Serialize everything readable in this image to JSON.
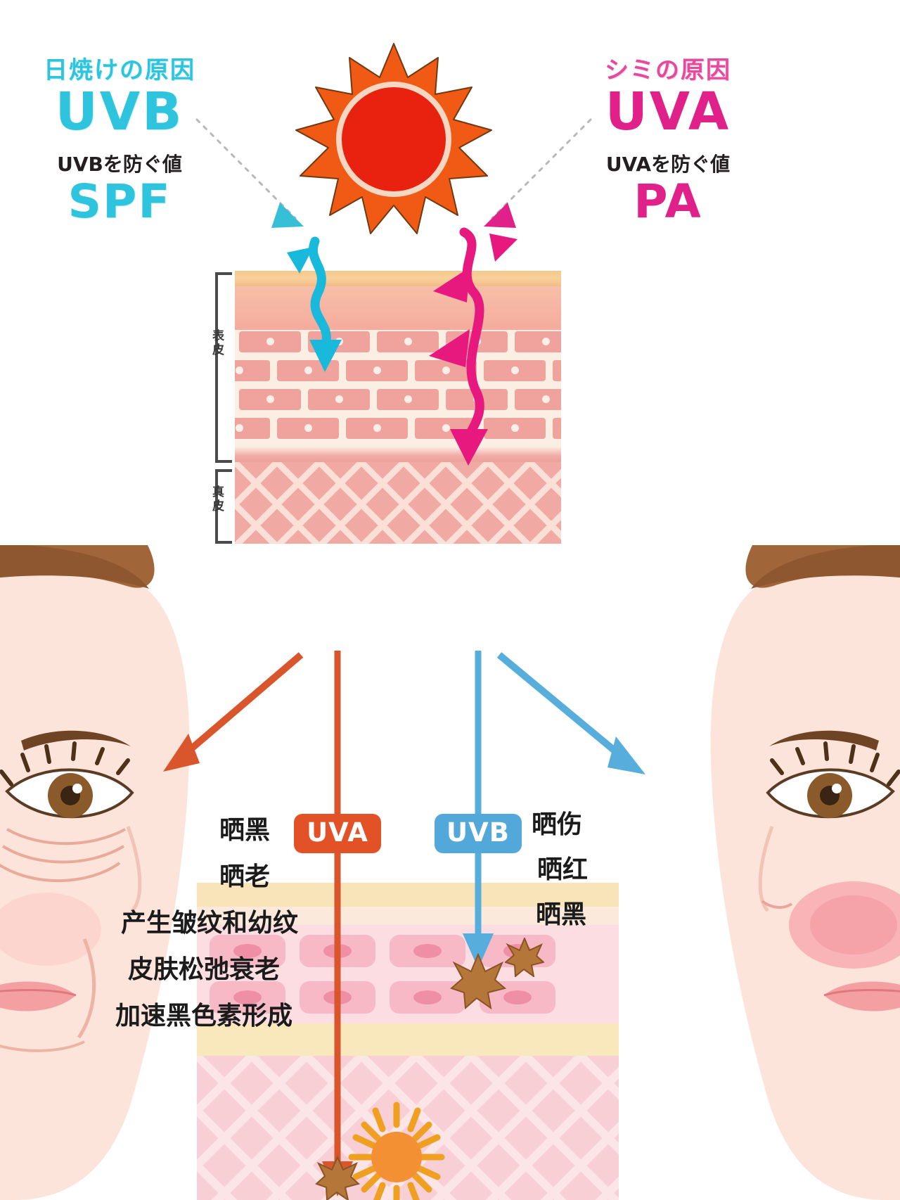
{
  "top_panel": {
    "uvb_block": {
      "cause_label": "日焼けの原因",
      "code": "UVB",
      "prevent_label": "UVBを防ぐ値",
      "value": "SPF",
      "color": "#2fc4de"
    },
    "uva_block": {
      "cause_label": "シミの原因",
      "code": "UVA",
      "prevent_label": "UVAを防ぐ値",
      "value": "PA",
      "color": "#e0218a"
    },
    "sun": {
      "icon": "sun-icon",
      "ray_color": "#f05a14",
      "core_color": "#e8220e"
    },
    "skin_labels": {
      "epidermis": "表皮",
      "dermis": "真皮"
    },
    "arrows": {
      "uvb_arrow_color": "#17b4d8",
      "uva_arrow_color": "#e8197e"
    }
  },
  "bottom_panel": {
    "sun": {
      "icon": "sun-icon",
      "ray_color": "#f0a020",
      "core_color": "#f29033"
    },
    "badges": {
      "uva": {
        "label": "UVA",
        "color": "#e35226"
      },
      "uvb": {
        "label": "UVB",
        "color": "#52a8d8"
      }
    },
    "arrows": {
      "uva_color": "#d9552b",
      "uvb_color": "#57aedd"
    },
    "left_effects": {
      "lines": [
        "晒黑",
        "晒老",
        "产生皱纹和幼纹",
        "皮肤松弛衰老",
        "加速黑色素形成"
      ]
    },
    "right_effects": {
      "lines": [
        "晒伤",
        "晒红",
        "晒黑"
      ]
    },
    "faces": {
      "left": {
        "name": "aged-face",
        "hair_color": "#a0663a",
        "skin_color": "#fde4da"
      },
      "right": {
        "name": "sunburned-face",
        "hair_color": "#a0663a",
        "skin_color": "#fde4da"
      }
    }
  }
}
